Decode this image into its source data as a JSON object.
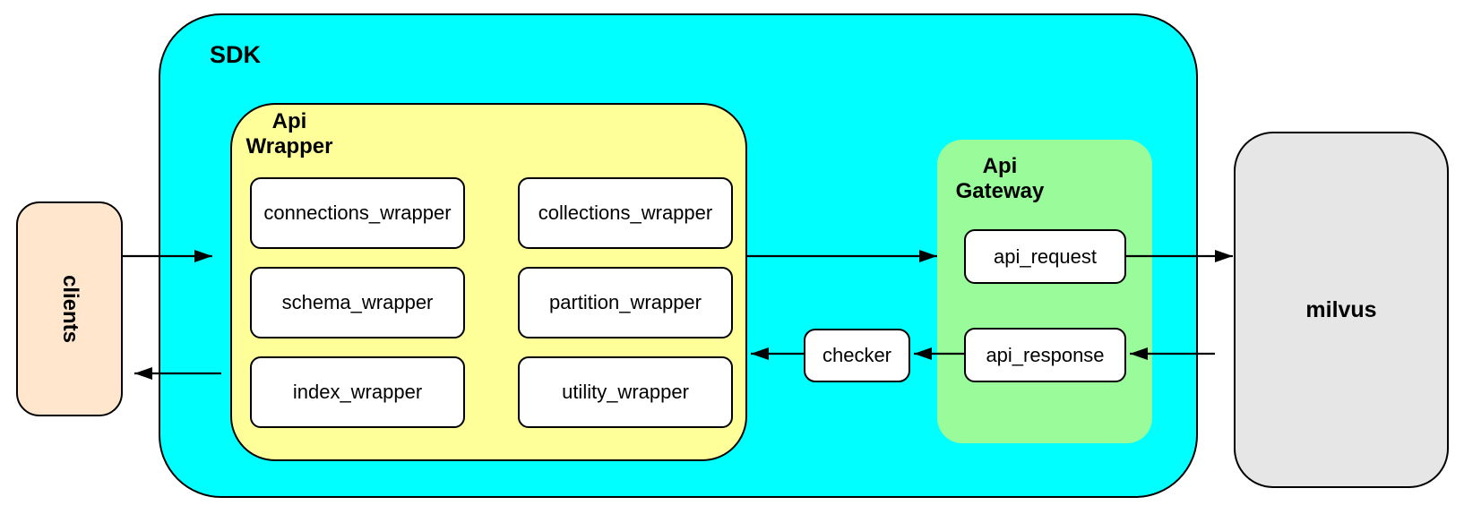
{
  "colors": {
    "clients-fill": "#FFE6CC",
    "sdk-fill": "#00FFFF",
    "api-wrapper-fill": "#FFFF99",
    "api-gateway-fill": "#99FB99",
    "milvus-fill": "#E6E6E6",
    "node-fill": "#FFFFFF",
    "line": "#000000"
  },
  "nodes": {
    "clients": {
      "label": "clients"
    },
    "sdk": {
      "label": "SDK"
    },
    "api_wrapper": {
      "label": "Api\nWrapper",
      "boxes": [
        "connections_wrapper",
        "collections_wrapper",
        "schema_wrapper",
        "partition_wrapper",
        "index_wrapper",
        "utility_wrapper"
      ]
    },
    "checker": {
      "label": "checker"
    },
    "api_gateway": {
      "label": "Api\nGateway",
      "boxes": [
        "api_request",
        "api_response"
      ]
    },
    "milvus": {
      "label": "milvus"
    }
  },
  "edges": [
    {
      "from": "clients",
      "to": "sdk",
      "direction": "right"
    },
    {
      "from": "api_wrapper",
      "to": "api_gateway",
      "direction": "right"
    },
    {
      "from": "api_request",
      "to": "milvus",
      "direction": "right"
    },
    {
      "from": "milvus",
      "to": "api_response",
      "direction": "left"
    },
    {
      "from": "api_response",
      "to": "checker",
      "direction": "left"
    },
    {
      "from": "checker",
      "to": "api_wrapper",
      "direction": "left"
    },
    {
      "from": "sdk",
      "to": "clients",
      "direction": "left"
    }
  ]
}
